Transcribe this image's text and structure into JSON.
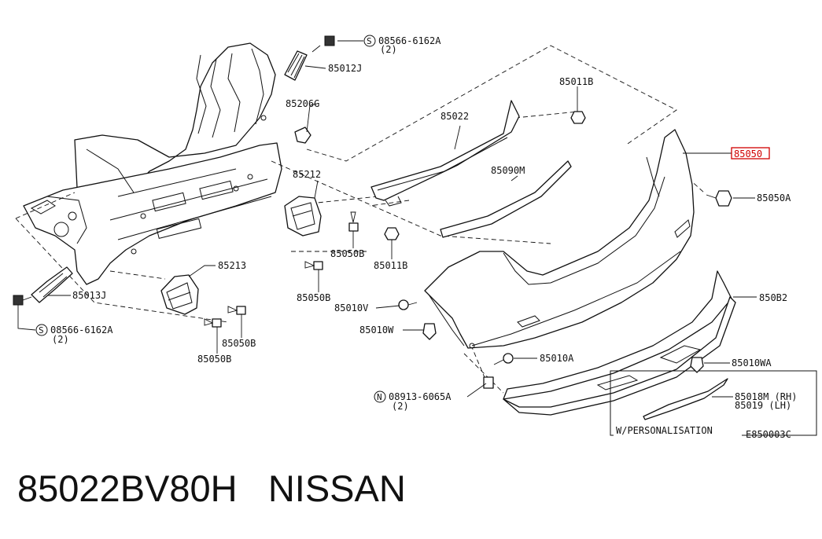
{
  "diagram": {
    "labels": {
      "p85050": "85050",
      "p85050A": "85050A",
      "p85082": "850B2",
      "p85010WA": "85010WA",
      "p85018M": "85018M (RH)",
      "p85019": "85019  (LH)",
      "personalisation": "W/PERSONALISATION",
      "code": "E850003C",
      "p85010A": "85010A",
      "p08913": "08913-6065A",
      "p08913_qty": "(2)",
      "p85010W": "85010W",
      "p85010V": "85010V",
      "p85011B_top": "85011B",
      "p85011B_bot": "85011B",
      "p85022": "85022",
      "p85090M": "85090M",
      "p08566_top": "08566-6162A",
      "p08566_top_qty": "(2)",
      "p85012J": "85012J",
      "p85206G": "85206G",
      "p85212": "85212",
      "p85050B_a": "85050B",
      "p85050B_b": "85050B",
      "p85213": "85213",
      "p85050B_c": "85050B",
      "p85050B_d": "85050B",
      "p85013J": "85013J",
      "p08566_bot": "08566-6162A",
      "p08566_bot_qty": "(2)",
      "symbol_s": "S",
      "symbol_n": "N"
    },
    "highlight_color": "#d10000"
  },
  "footer": {
    "part_number": "85022BV80H",
    "brand": "NISSAN"
  }
}
